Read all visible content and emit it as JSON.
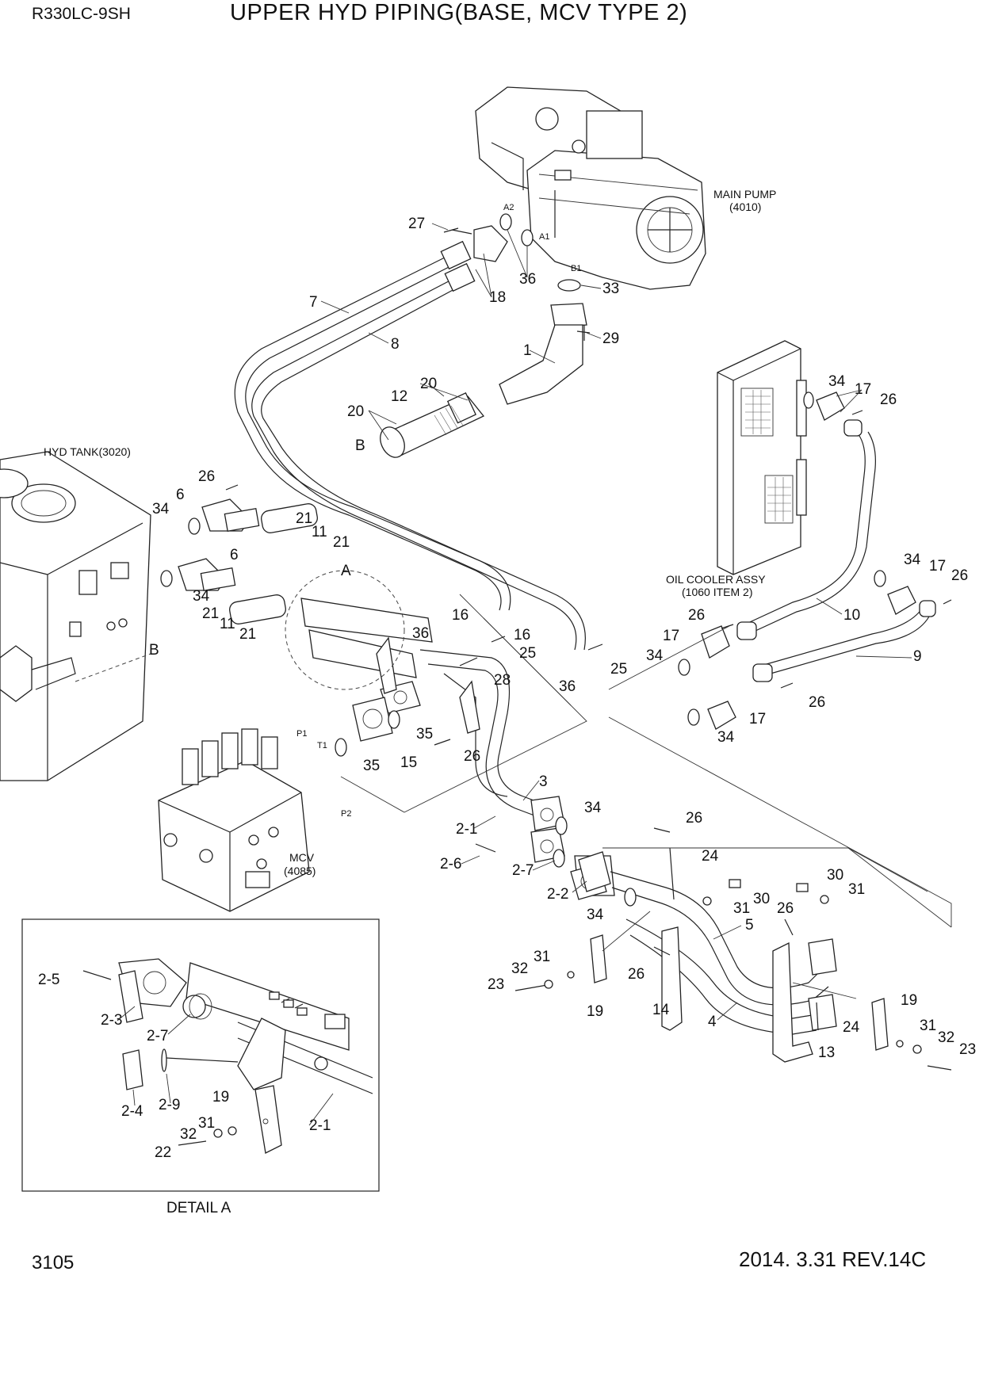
{
  "header": {
    "model": "R330LC-9SH",
    "title": "UPPER HYD PIPING(BASE, MCV TYPE 2)"
  },
  "footer": {
    "page_number": "3105",
    "revision": "2014. 3.31  REV.14C"
  },
  "components": {
    "main_pump": {
      "name": "MAIN PUMP",
      "code": "(4010)"
    },
    "oil_cooler": {
      "name": "OIL COOLER ASSY",
      "code": "(1060 ITEM 2)"
    },
    "hyd_tank": {
      "name": "HYD TANK(3020)"
    },
    "mcv": {
      "name": "MCV",
      "code": "(4085)"
    },
    "detail": {
      "name": "DETAIL A"
    }
  },
  "ports": {
    "a1": "A1",
    "a2": "A2",
    "b1": "B1",
    "p1": "P1",
    "p2": "P2",
    "t1": "T1",
    "a": "A",
    "b": "B"
  },
  "callouts": {
    "c1": "1",
    "c2_1": "2-1",
    "c2_2": "2-2",
    "c2_6": "2-6",
    "c2_7": "2-7",
    "c3": "3",
    "c4": "4",
    "c5": "5",
    "c6a": "6",
    "c6b": "6",
    "c7": "7",
    "c8": "8",
    "c9": "9",
    "c10": "10",
    "c11a": "11",
    "c11b": "11",
    "c12": "12",
    "c13": "13",
    "c14": "14",
    "c15": "15",
    "c16a": "16",
    "c16b": "16",
    "c17a": "17",
    "c17b": "17",
    "c17c": "17",
    "c17d": "17",
    "c18": "18",
    "c19a": "19",
    "c19b": "19",
    "c20a": "20",
    "c20b": "20",
    "c21a": "21",
    "c21b": "21",
    "c21c": "21",
    "c21d": "21",
    "c23a": "23",
    "c23b": "23",
    "c24a": "24",
    "c24b": "24",
    "c25a": "25",
    "c25b": "25",
    "c26a": "26",
    "c26b": "26",
    "c26c": "26",
    "c26d": "26",
    "c26e": "26",
    "c26f": "26",
    "c26g": "26",
    "c26h": "26",
    "c26i": "26",
    "c27": "27",
    "c28": "28",
    "c29": "29",
    "c30a": "30",
    "c30b": "30",
    "c31a": "31",
    "c31b": "31",
    "c31c": "31",
    "c31d": "31",
    "c32a": "32",
    "c32b": "32",
    "c33": "33",
    "c34a": "34",
    "c34b": "34",
    "c34c": "34",
    "c34d": "34",
    "c34e": "34",
    "c34f": "34",
    "c34g": "34",
    "c34h": "34",
    "c35a": "35",
    "c35b": "35",
    "c36a": "36",
    "c36b": "36",
    "c36c": "36"
  },
  "detail_callouts": {
    "d2_5": "2-5",
    "d2_3": "2-3",
    "d2_7": "2-7",
    "d2_4": "2-4",
    "d2_9": "2-9",
    "d19": "19",
    "d32": "32",
    "d31": "31",
    "d22": "22",
    "d2_1": "2-1"
  }
}
